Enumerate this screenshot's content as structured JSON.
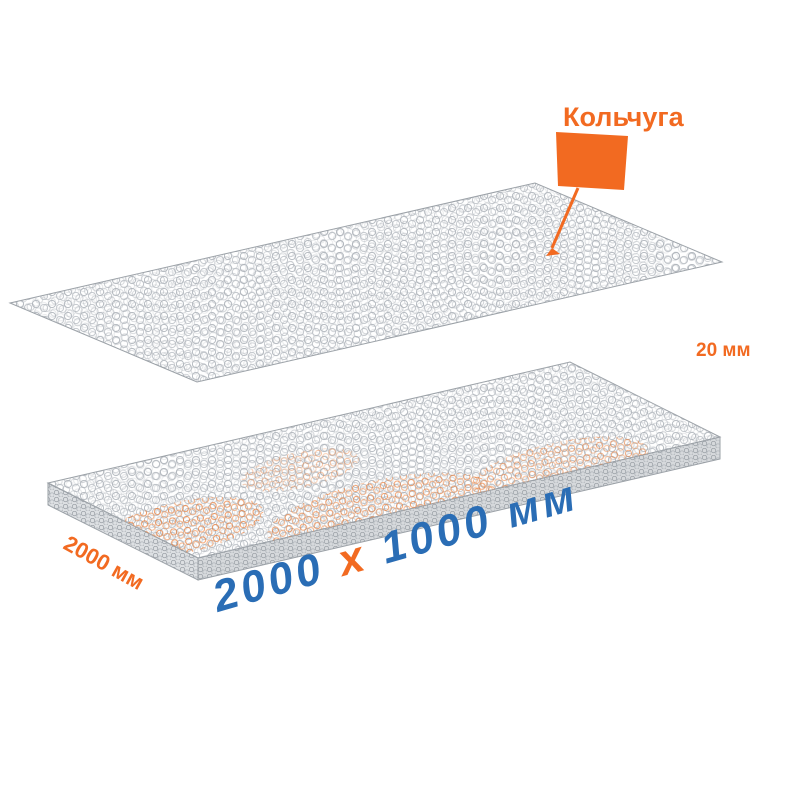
{
  "illustration": {
    "callout_label": "Кольчуга",
    "dimensions": {
      "length": "2000 мм",
      "thickness": "20 мм"
    },
    "size_label": {
      "part1": "2000 ",
      "separator": "х",
      "part2": " 1000 мм"
    },
    "colors": {
      "accent_orange": "#f26a21",
      "accent_blue": "#2a6db5",
      "mesh_gray": "#b7bcc2"
    }
  }
}
